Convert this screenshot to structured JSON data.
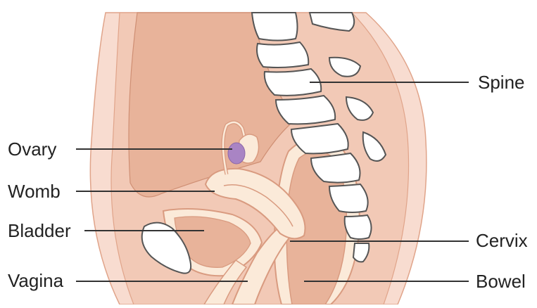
{
  "labels": {
    "ovary": "Ovary",
    "womb": "Womb",
    "bladder": "Bladder",
    "vagina": "Vagina",
    "spine": "Spine",
    "cervix": "Cervix",
    "bowel": "Bowel"
  },
  "colors": {
    "skin_outer": "#f8dcd0",
    "skin_inner": "#f2c9b6",
    "cavity": "#e8b39a",
    "organ_cream": "#fbead9",
    "organ_outline": "#d99b80",
    "bone_fill": "#ffffff",
    "bone_outline": "#555555",
    "ovary_purple": "#a984c4",
    "leader_line": "#333333"
  }
}
